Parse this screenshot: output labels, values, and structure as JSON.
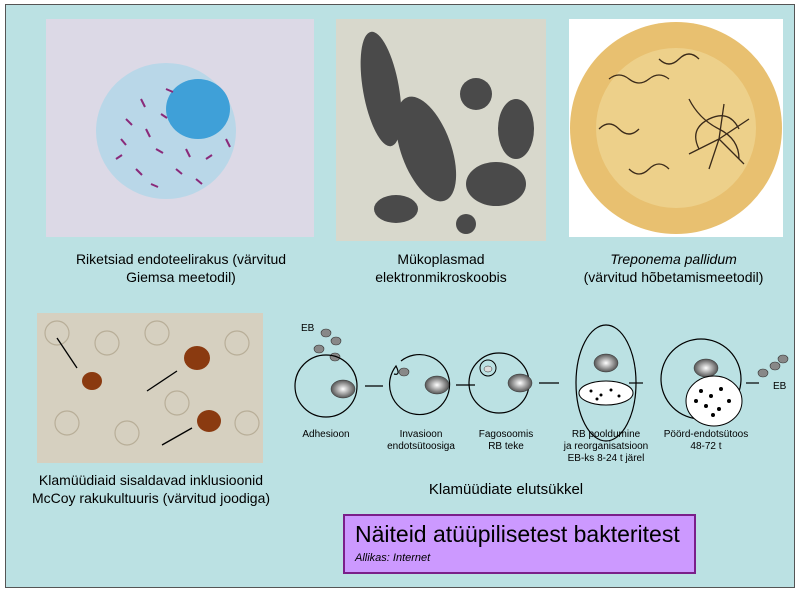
{
  "captions": {
    "rickettsia": [
      "Riketsiad endoteelirakus (värvitud",
      "Giemsa meetodil)"
    ],
    "mycoplasma": [
      "Mükoplasmad",
      "elektronmikroskoobis"
    ],
    "treponema_italic": "Treponema pallidum",
    "treponema": "(värvitud  hõbetamismeetodil)",
    "chlamydia": [
      "Klamüüdiaid sisaldavad inklusioonid",
      "McCoy rakukultuuris  (värvitud joodiga)"
    ]
  },
  "diagram": {
    "eb_label_start": "EB",
    "eb_label_end": "EB",
    "steps": [
      {
        "lines": [
          "Adhesioon"
        ]
      },
      {
        "lines": [
          "Invasioon",
          "endotsütoosiga"
        ]
      },
      {
        "lines": [
          "Fagosoomis",
          "RB teke"
        ]
      },
      {
        "lines": [
          "RB pooldumine",
          "ja reorganisatsioon",
          "EB-ks 8-24 t järel"
        ]
      },
      {
        "lines": [
          "Pöörd-endotsütoos",
          "48-72 t"
        ]
      }
    ],
    "caption": "Klamüüdiate elutsükkel"
  },
  "title_box": {
    "title": "Näiteid atüüpilisetest bakteritest",
    "source": "Allikas: Internet"
  }
}
